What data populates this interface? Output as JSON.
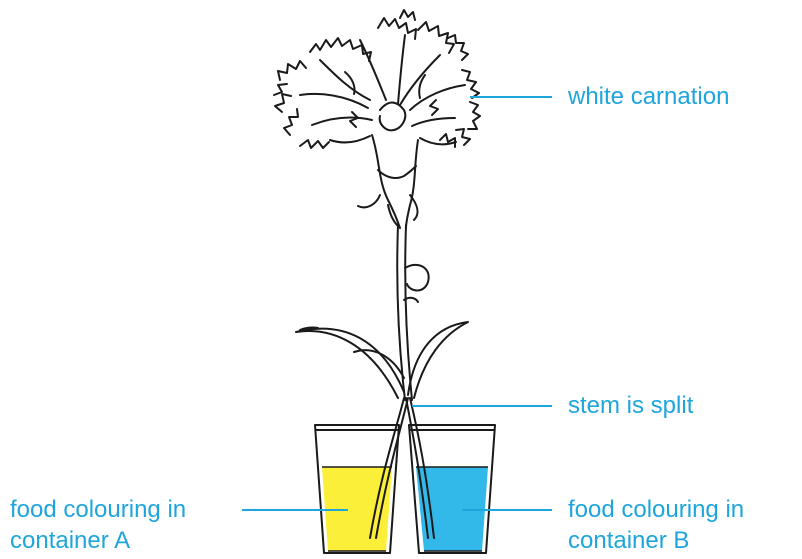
{
  "labels": {
    "flower": "white carnation",
    "stem": "stem is split",
    "left_line1": "food colouring in",
    "left_line2": "container A",
    "right_line1": "food colouring in",
    "right_line2": "container B"
  },
  "colors": {
    "label": "#1ea5db",
    "yellow_dye": "#fbef3a",
    "blue_dye": "#33b8ea",
    "outline": "#1a1a1a"
  }
}
